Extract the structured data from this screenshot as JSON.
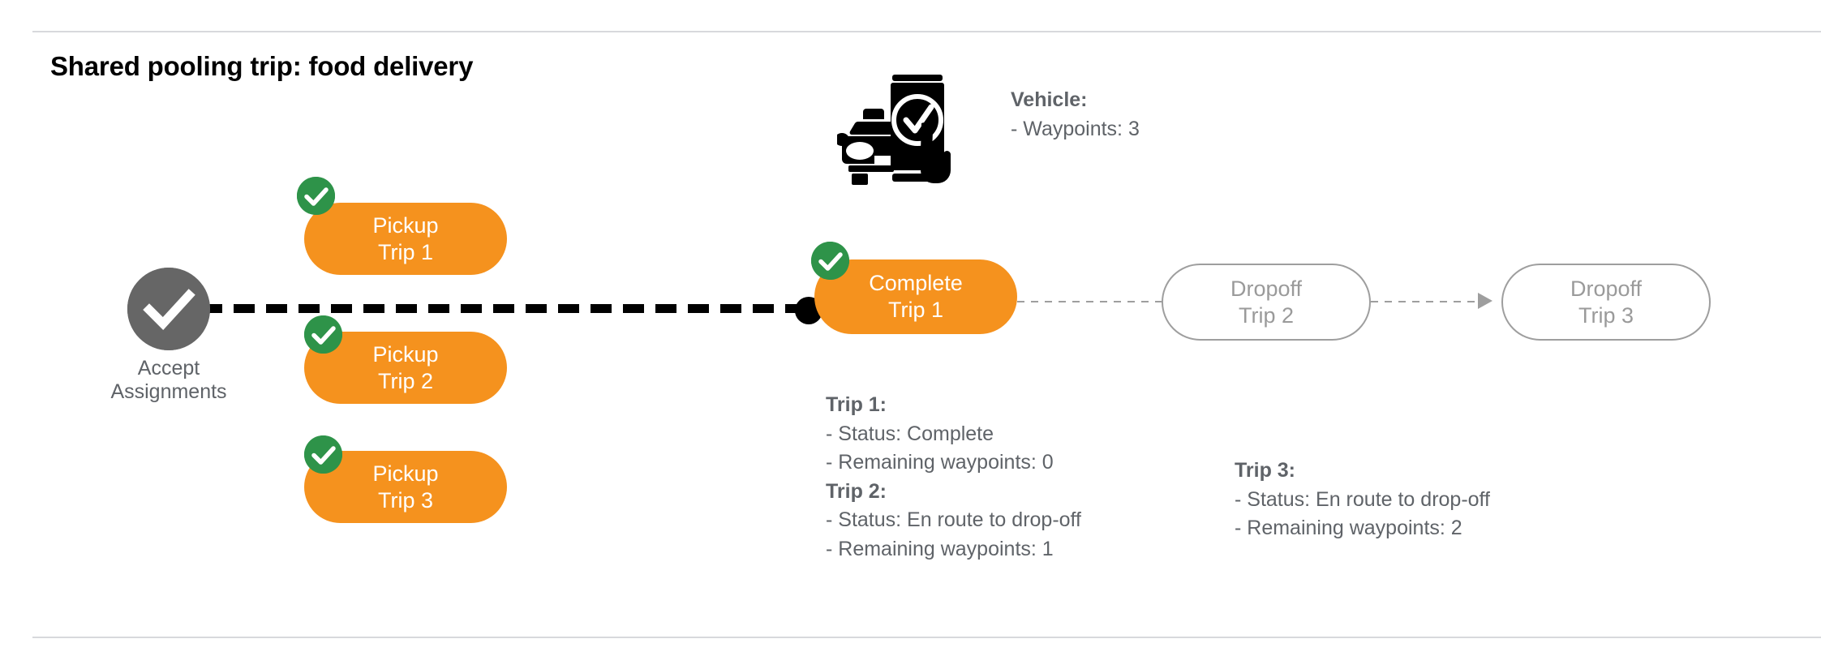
{
  "page": {
    "title": "Shared pooling trip: food delivery"
  },
  "colors": {
    "orange": "#F5921E",
    "green": "#2E9349",
    "gray_node": "#666666",
    "gray_text": "#5F6368",
    "gray_outline": "#9E9E9E",
    "rule": "#D8D9DC",
    "black": "#000000",
    "white": "#FFFFFF"
  },
  "flow": {
    "start_node": {
      "icon": "check-circle-icon",
      "label_line1": "Accept",
      "label_line2": "Assignments",
      "state": "done"
    },
    "pickup_nodes": [
      {
        "line1": "Pickup",
        "line2": "Trip 1",
        "state": "done",
        "badge": "check-badge-icon"
      },
      {
        "line1": "Pickup",
        "line2": "Trip 2",
        "state": "done",
        "badge": "check-badge-icon"
      },
      {
        "line1": "Pickup",
        "line2": "Trip 3",
        "state": "done",
        "badge": "check-badge-icon"
      }
    ],
    "complete_node": {
      "line1": "Complete",
      "line2": "Trip 1",
      "state": "done",
      "badge": "check-badge-icon"
    },
    "dropoff_nodes": [
      {
        "line1": "Dropoff",
        "line2": "Trip 2",
        "state": "pending"
      },
      {
        "line1": "Dropoff",
        "line2": "Trip 3",
        "state": "pending"
      }
    ]
  },
  "vehicle": {
    "icon": "car-phone-tap-icon",
    "heading": "Vehicle:",
    "waypoints_line": "- Waypoints: 3",
    "waypoints_value": 3
  },
  "trip_details": {
    "left_block": [
      {
        "heading": "Trip 1:",
        "status_line": "- Status:  Complete",
        "waypoints_line": "- Remaining waypoints: 0"
      },
      {
        "heading": "Trip 2:",
        "status_line": "- Status:  En route to drop-off",
        "waypoints_line": "- Remaining waypoints: 1"
      }
    ],
    "right_block": [
      {
        "heading": "Trip 3:",
        "status_line": "- Status:  En route to drop-off",
        "waypoints_line": "- Remaining waypoints: 2"
      }
    ]
  }
}
